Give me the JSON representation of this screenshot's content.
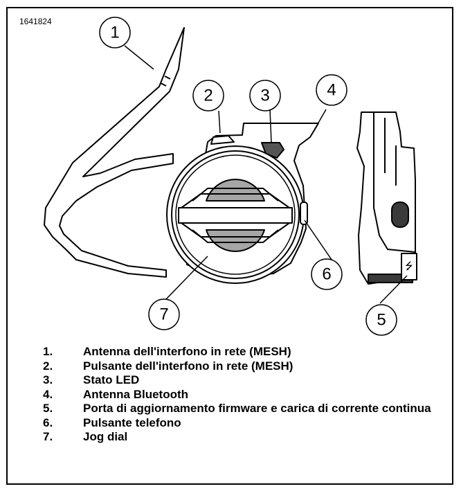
{
  "figure_id": "1641824",
  "callouts": [
    "1",
    "2",
    "3",
    "4",
    "5",
    "6",
    "7"
  ],
  "legend": [
    {
      "num": "1.",
      "text": "Antenna dell'interfono in rete (MESH)"
    },
    {
      "num": "2.",
      "text": "Pulsante dell'interfono in rete (MESH)"
    },
    {
      "num": "3.",
      "text": "Stato LED"
    },
    {
      "num": "4.",
      "text": "Antenna Bluetooth"
    },
    {
      "num": "5.",
      "text": "Porta di aggiornamento firmware e carica di corrente continua"
    },
    {
      "num": "6.",
      "text": "Pulsante telefono"
    },
    {
      "num": "7.",
      "text": "Jog dial"
    }
  ],
  "usb_symbol": "⭍",
  "colors": {
    "outline": "#000000",
    "fill_light": "#ffffff",
    "fill_gray": "#a6a6a6",
    "fill_mid": "#8c8c8c",
    "fill_dark": "#3a3a3a"
  }
}
